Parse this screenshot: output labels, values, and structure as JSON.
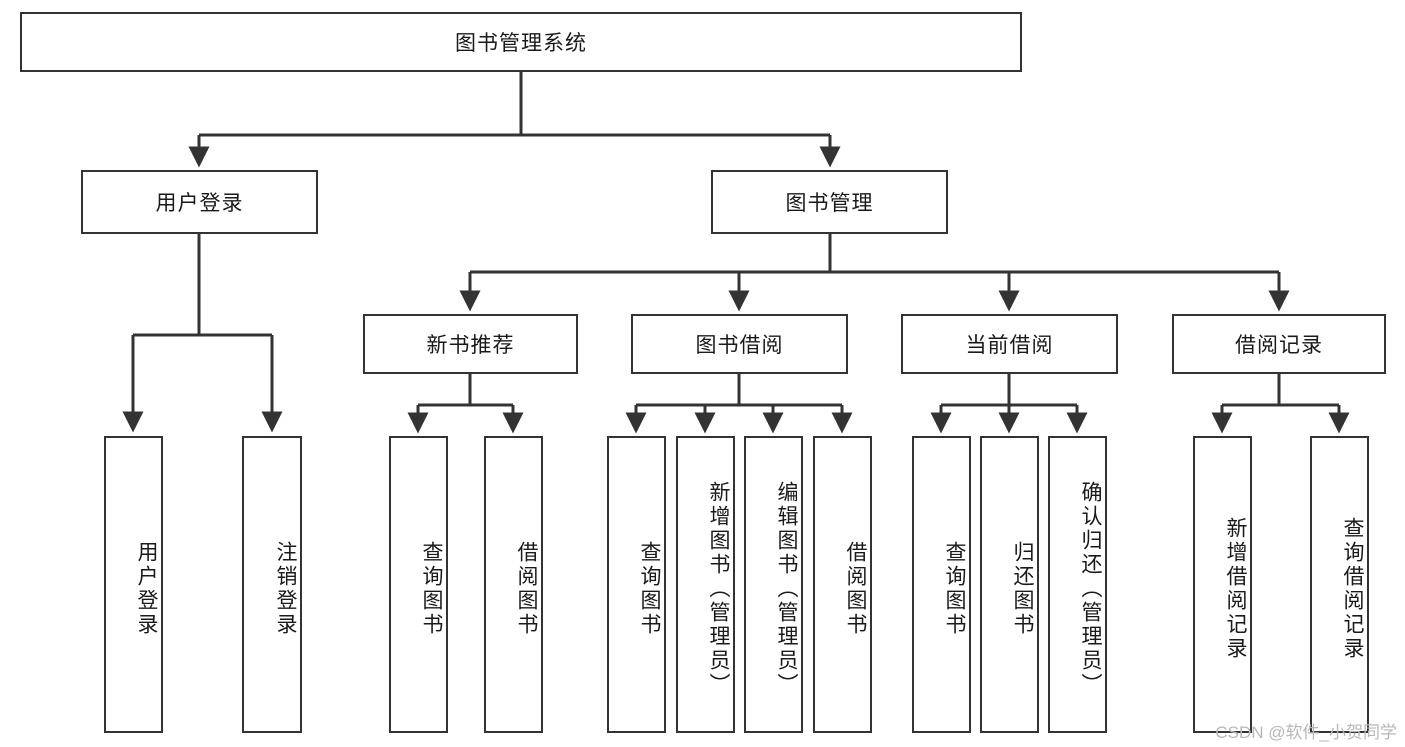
{
  "diagram": {
    "type": "tree-hierarchy",
    "title": "图书管理系统",
    "stroke_color": "#333333",
    "fill_color": "#ffffff",
    "text_color": "#1a1a1a",
    "root": {
      "id": "root",
      "label": "图书管理系统"
    },
    "level1": [
      {
        "id": "user-login",
        "label": "用户登录"
      },
      {
        "id": "book-management",
        "label": "图书管理"
      }
    ],
    "level2": [
      {
        "id": "new-book-recommend",
        "label": "新书推荐",
        "parent": "book-management"
      },
      {
        "id": "book-borrow",
        "label": "图书借阅",
        "parent": "book-management"
      },
      {
        "id": "current-borrow",
        "label": "当前借阅",
        "parent": "book-management"
      },
      {
        "id": "borrow-record",
        "label": "借阅记录",
        "parent": "book-management"
      }
    ],
    "leaves": [
      {
        "id": "leaf-user-login",
        "label": "用户登录",
        "parent": "user-login"
      },
      {
        "id": "leaf-logout",
        "label": "注销登录",
        "parent": "user-login"
      },
      {
        "id": "leaf-query-book-1",
        "label": "查询图书",
        "parent": "new-book-recommend"
      },
      {
        "id": "leaf-borrow-book-1",
        "label": "借阅图书",
        "parent": "new-book-recommend"
      },
      {
        "id": "leaf-query-book-2",
        "label": "查询图书",
        "parent": "book-borrow"
      },
      {
        "id": "leaf-add-book",
        "label": "新增图书（管理员）",
        "parent": "book-borrow"
      },
      {
        "id": "leaf-edit-book",
        "label": "编辑图书（管理员）",
        "parent": "book-borrow"
      },
      {
        "id": "leaf-borrow-book-2",
        "label": "借阅图书",
        "parent": "book-borrow"
      },
      {
        "id": "leaf-query-book-3",
        "label": "查询图书",
        "parent": "current-borrow"
      },
      {
        "id": "leaf-return-book",
        "label": "归还图书",
        "parent": "current-borrow"
      },
      {
        "id": "leaf-confirm-return",
        "label": "确认归还（管理员）",
        "parent": "current-borrow"
      },
      {
        "id": "leaf-add-record",
        "label": "新增借阅记录",
        "parent": "borrow-record"
      },
      {
        "id": "leaf-query-record",
        "label": "查询借阅记录",
        "parent": "borrow-record"
      }
    ]
  },
  "watermark": {
    "text": "CSDN @软件_小贺同学"
  }
}
